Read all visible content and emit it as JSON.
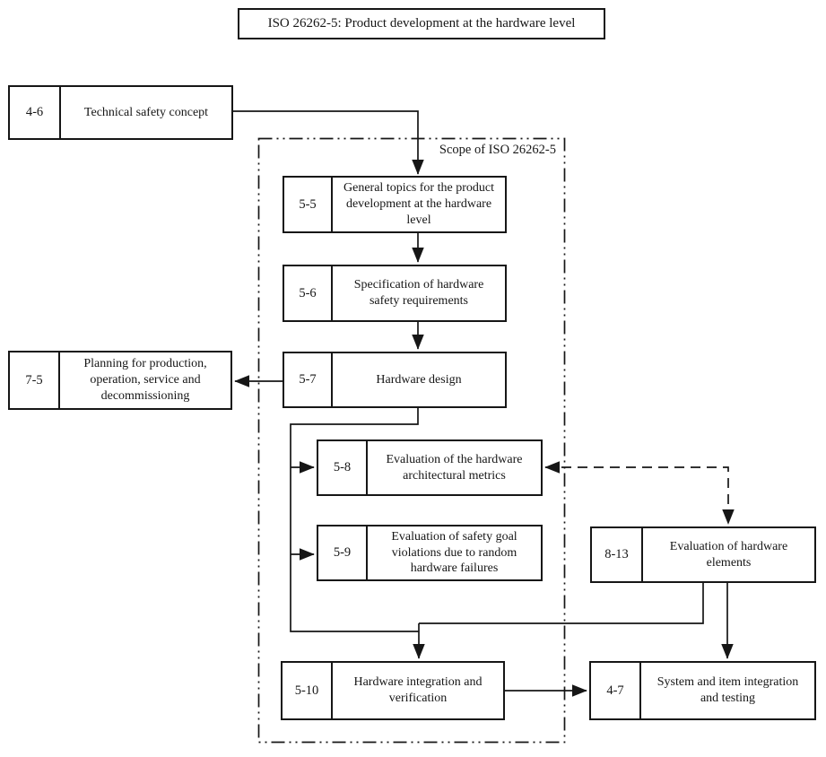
{
  "title": "ISO 26262-5: Product development at the hardware level",
  "scope_label": "Scope of ISO 26262-5",
  "colors": {
    "line": "#161616",
    "background": "#ffffff",
    "text": "#161616"
  },
  "nodes": {
    "n46": {
      "num": "4-6",
      "label": "Technical safety concept"
    },
    "n75": {
      "num": "7-5",
      "label": "Planning for production, operation, service and decommissioning"
    },
    "n55": {
      "num": "5-5",
      "label": "General topics for the product development at the hardware level"
    },
    "n56": {
      "num": "5-6",
      "label": "Specification of hardware safety requirements"
    },
    "n57": {
      "num": "5-7",
      "label": "Hardware design"
    },
    "n58": {
      "num": "5-8",
      "label": "Evaluation of the hardware architectural metrics"
    },
    "n59": {
      "num": "5-9",
      "label": "Evaluation of safety goal violations due to random hardware failures"
    },
    "n510": {
      "num": "5-10",
      "label": "Hardware integration and verification"
    },
    "n813": {
      "num": "8-13",
      "label": "Evaluation of hardware elements"
    },
    "n47": {
      "num": "4-7",
      "label": "System and item integration and testing"
    }
  },
  "edges": [
    {
      "from": "4-6",
      "to": "5-5",
      "style": "solid-arrow"
    },
    {
      "from": "5-5",
      "to": "5-6",
      "style": "solid-arrow"
    },
    {
      "from": "5-6",
      "to": "5-7",
      "style": "solid-arrow"
    },
    {
      "from": "5-7",
      "to": "7-5",
      "style": "solid-arrow"
    },
    {
      "from": "5-7",
      "to": "5-8",
      "style": "solid-arrow"
    },
    {
      "from": "5-7",
      "to": "5-9",
      "style": "solid-arrow"
    },
    {
      "from": "5-7",
      "to": "5-10",
      "style": "solid-arrow"
    },
    {
      "from": "8-13",
      "to": "5-10",
      "style": "solid-line-join"
    },
    {
      "from": "8-13",
      "to": "4-7",
      "style": "solid-arrow"
    },
    {
      "from": "5-10",
      "to": "4-7",
      "style": "solid-arrow"
    },
    {
      "from": "5-8",
      "to": "8-13",
      "style": "dashed-double-arrow"
    }
  ]
}
